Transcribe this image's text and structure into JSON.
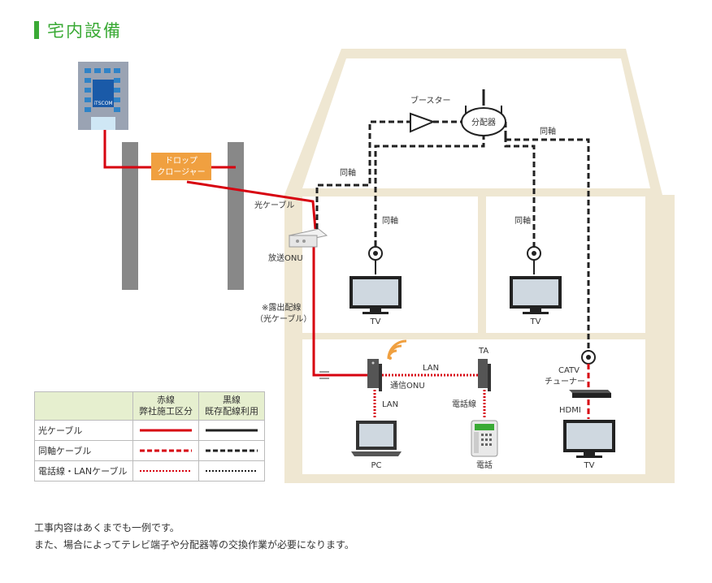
{
  "title": "宅内設備",
  "building_logo": "iTSCOM",
  "labels": {
    "drop_closure": "ドロップ\nクロージャー",
    "optical_cable": "光ケーブル",
    "broadcast_onu": "放送ONU",
    "exposed_wiring_1": "※露出配線",
    "exposed_wiring_2": "（光ケーブル）",
    "booster": "ブースター",
    "splitter": "分配器",
    "coax_attic_left": "同軸",
    "coax_attic_right": "同軸",
    "coax_room_left": "同軸",
    "coax_room_right": "同軸",
    "tv_left": "TV",
    "tv_right": "TV",
    "tv_bottom": "TV",
    "lan_top": "LAN",
    "comm_onu": "通信ONU",
    "lan_pc": "LAN",
    "pc": "PC",
    "ta": "TA",
    "phone_line": "電話線",
    "phone": "電話",
    "catv": "CATV",
    "tuner": "チューナー",
    "hdmi": "HDMI"
  },
  "legend": {
    "header_red_1": "赤線",
    "header_red_2": "弊社施工区分",
    "header_black_1": "黒線",
    "header_black_2": "既存配線利用",
    "rows": [
      {
        "label": "光ケーブル",
        "style": "solid"
      },
      {
        "label": "同軸ケーブル",
        "style": "dashed"
      },
      {
        "label": "電話線・LANケーブル",
        "style": "dotted"
      }
    ]
  },
  "notes": {
    "line1": "工事内容はあくまでも一例です。",
    "line2": "また、場合によってテレビ端子や分配器等の交換作業が必要になります。"
  },
  "colors": {
    "red": "#d7000f",
    "black": "#222222",
    "house": "#efe7d2",
    "green": "#3aaa35",
    "orange": "#f0a040"
  }
}
